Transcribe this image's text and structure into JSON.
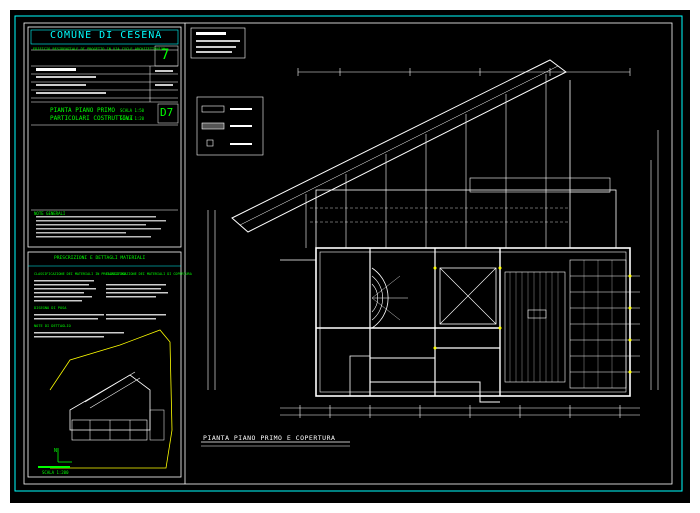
{
  "title_block": {
    "municipality": "COMUNE DI CESENA",
    "project_line": "EDIFICIO RESIDENZIALE DI PROGETTO IN VIA CYCLE ARCHITETTONICO",
    "sheet_number": "7",
    "drawing_title_1": "PIANTA PIANO PRIMO",
    "drawing_title_2": "PARTICOLARI COSTRUTTIVI",
    "scale_1": "SCALA 1:50",
    "scale_2": "SCALA 1:20",
    "drawing_code": "D7",
    "notes_heading": "NOTE GENERALI"
  },
  "spec_panel": {
    "heading": "PRESCRIZIONI E DETTAGLI MATERIALI",
    "col1_heading": "CLASSIFICAZIONE DEI MATERIALI IN PRESCRIZIONE",
    "col2_heading": "CLASSIFICAZIONE DEI MATERIALI DI COPERTURA",
    "section_a": "DISEGNO DI POSA",
    "section_b": "NOTE DI DETTAGLIO",
    "inset_scale": "SCALA 1:200",
    "inset_north": "N"
  },
  "plan": {
    "main_label": "PIANTA PIANO PRIMO E COPERTURA"
  },
  "colors": {
    "background": "#000000",
    "frame": "#00ffff",
    "lines": "#ffffff",
    "accent_green": "#00ff00",
    "accent_yellow": "#ffff00",
    "accent_cyan": "#00ffff"
  }
}
